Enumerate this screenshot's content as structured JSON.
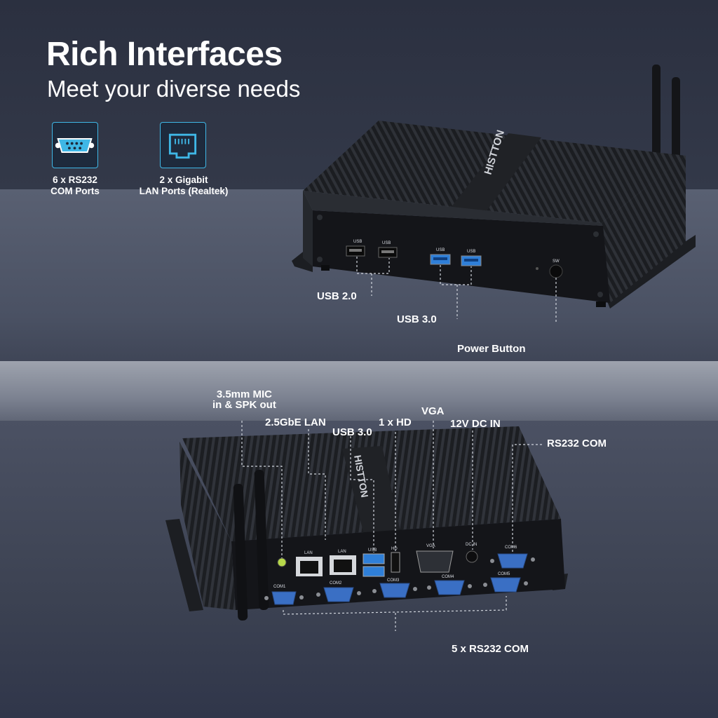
{
  "header": {
    "title": "Rich Interfaces",
    "subtitle": "Meet your diverse needs"
  },
  "features": [
    {
      "icon": "serial-port-icon",
      "line1": "6 x RS232",
      "line2": "COM Ports"
    },
    {
      "icon": "ethernet-port-icon",
      "line1": "2 x Gigabit",
      "line2": "LAN Ports (Realtek)"
    }
  ],
  "front_device": {
    "brand": "HISTTON",
    "port_labels": {
      "usb": "USB",
      "sw": "SW"
    },
    "callouts": {
      "usb2": "USB 2.0",
      "usb3": "USB 3.0",
      "power": "Power Button"
    }
  },
  "rear_device": {
    "brand": "HISTTON",
    "port_labels": {
      "lan": "LAN",
      "usb": "USB",
      "hd": "HD",
      "vga": "VGA",
      "dcin": "DC IN",
      "com1": "COM1",
      "com2": "COM2",
      "com3": "COM3",
      "com4": "COM4",
      "com5": "COM5",
      "com6": "COM6"
    },
    "callouts": {
      "audio_line1": "3.5mm MIC",
      "audio_line2": "in & SPK out",
      "lan": "2.5GbE LAN",
      "usb3": "USB 3.0",
      "hd": "1 x HD",
      "vga": "VGA",
      "dc": "12V DC IN",
      "rs232": "RS232 COM",
      "com5x": "5 x RS232 COM"
    }
  },
  "colors": {
    "accent": "#3fb7e6",
    "usb3_blue": "#2f7fd8",
    "com_blue": "#3a6fc4",
    "chassis": "#16181c"
  }
}
